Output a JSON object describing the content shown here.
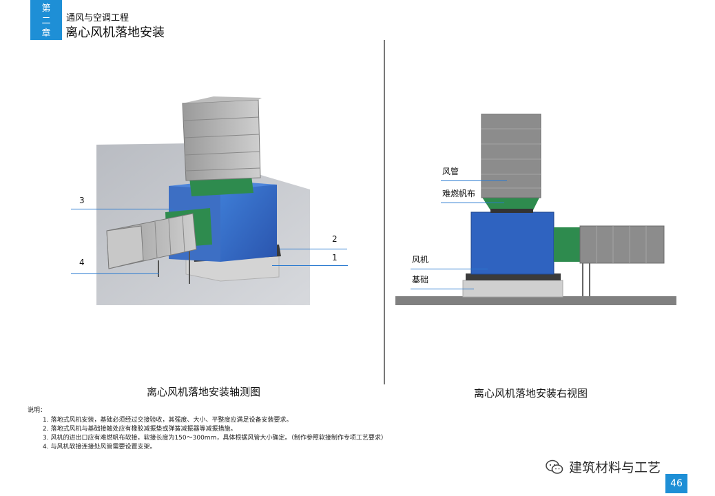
{
  "header": {
    "chapter_line1": "第",
    "chapter_line2": "二",
    "chapter_line3": "章",
    "subject": "通风与空调工程",
    "section_title": "离心风机落地安装"
  },
  "left_figure": {
    "caption": "离心风机落地安装轴测图",
    "callouts": [
      "3",
      "2",
      "1",
      "4"
    ]
  },
  "right_figure": {
    "caption": "离心风机落地安装右视图",
    "labels": [
      "风管",
      "难燃帆布",
      "风机",
      "基础"
    ]
  },
  "notes": {
    "title": "说明：",
    "items": [
      "1. 落地式风机安装，基础必须经过交接验收，其强度、大小、平整度应满足设备安装要求。",
      "2. 落地式风机与基础接触处应有橡胶减振垫或弹簧减振器等减振措施。",
      "3. 风机的进出口应有难燃帆布软接，软接长度为150～300mm，具体根据风管大小确定。（制作参照软接制作专项工艺要求）",
      "4. 与风机软接连接处风管需要设置支架。"
    ]
  },
  "watermark": {
    "text": "建筑材料与工艺",
    "icon": "wechat-icon"
  },
  "page_number": "46",
  "colors": {
    "accent": "#1e8fd6",
    "fan_blue": "#2f63c0",
    "canvas_green": "#2e8b4e",
    "duct_gray": "#8c8c8c"
  }
}
